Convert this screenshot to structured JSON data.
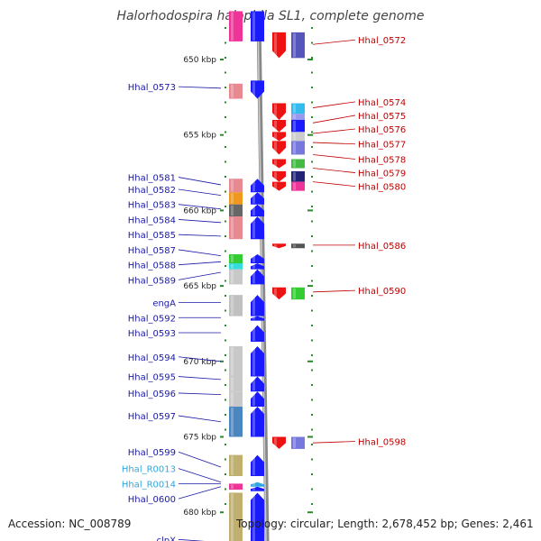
{
  "title": "Halorhodospira halophila SL1, complete genome",
  "footer": {
    "accession": "Accession: NC_008789",
    "topology": "Topology: circular; Length: 2,678,452 bp; Genes: 2,461"
  },
  "ticks": [
    {
      "label": "650 kbp",
      "kbp": 650
    },
    {
      "label": "655 kbp",
      "kbp": 655
    },
    {
      "label": "660 kbp",
      "kbp": 660
    },
    {
      "label": "665 kbp",
      "kbp": 665
    },
    {
      "label": "670 kbp",
      "kbp": 670
    },
    {
      "label": "675 kbp",
      "kbp": 675
    },
    {
      "label": "680 kbp",
      "kbp": 680
    }
  ],
  "left_labels": [
    {
      "text": "Hhal_0573",
      "kbp": 651.8,
      "color": "#1a1aa6",
      "target_kbp": 651.9
    },
    {
      "text": "Hhal_0581",
      "kbp": 657.8,
      "color": "#1a1aa6",
      "target_kbp": 658.3
    },
    {
      "text": "Hhal_0582",
      "kbp": 658.6,
      "color": "#1a1aa6",
      "target_kbp": 659.0
    },
    {
      "text": "Hhal_0583",
      "kbp": 659.6,
      "color": "#1a1aa6",
      "target_kbp": 659.9
    },
    {
      "text": "Hhal_0584",
      "kbp": 660.6,
      "color": "#1a1aa6",
      "target_kbp": 660.8
    },
    {
      "text": "Hhal_0585",
      "kbp": 661.6,
      "color": "#1a1aa6",
      "target_kbp": 661.7
    },
    {
      "text": "Hhal_0587",
      "kbp": 662.6,
      "color": "#1a1aa6",
      "target_kbp": 663.0
    },
    {
      "text": "Hhal_0588",
      "kbp": 663.6,
      "color": "#1a1aa6",
      "target_kbp": 663.4
    },
    {
      "text": "Hhal_0589",
      "kbp": 664.6,
      "color": "#1a1aa6",
      "target_kbp": 664.1
    },
    {
      "text": "engA",
      "kbp": 666.1,
      "color": "#1a1aa6",
      "target_kbp": 666.1
    },
    {
      "text": "Hhal_0592",
      "kbp": 667.1,
      "color": "#1a1aa6",
      "target_kbp": 667.1
    },
    {
      "text": "Hhal_0593",
      "kbp": 668.1,
      "color": "#1a1aa6",
      "target_kbp": 668.1
    },
    {
      "text": "Hhal_0594",
      "kbp": 669.7,
      "color": "#1a1aa6",
      "target_kbp": 670.0
    },
    {
      "text": "Hhal_0595",
      "kbp": 671.0,
      "color": "#1a1aa6",
      "target_kbp": 671.2
    },
    {
      "text": "Hhal_0596",
      "kbp": 672.1,
      "color": "#1a1aa6",
      "target_kbp": 672.2
    },
    {
      "text": "Hhal_0597",
      "kbp": 673.6,
      "color": "#1a1aa6",
      "target_kbp": 674.0
    },
    {
      "text": "Hhal_0599",
      "kbp": 676.0,
      "color": "#1a1aa6",
      "target_kbp": 677.0
    },
    {
      "text": "Hhal_R0013",
      "kbp": 677.1,
      "color": "#2fa8e0",
      "target_kbp": 678.0
    },
    {
      "text": "Hhal_R0014",
      "kbp": 678.1,
      "color": "#2fa8e0",
      "target_kbp": 678.1
    },
    {
      "text": "Hhal_0600",
      "kbp": 679.1,
      "color": "#1a1aa6",
      "target_kbp": 678.3
    },
    {
      "text": "clpX",
      "kbp": 681.8,
      "color": "#1a1aa6",
      "target_kbp": 682.0
    }
  ],
  "right_labels": [
    {
      "text": "Hhal_0572",
      "kbp": 648.7,
      "color": "#c00000",
      "target_kbp": 649.0
    },
    {
      "text": "Hhal_0574",
      "kbp": 652.8,
      "color": "#c00000",
      "target_kbp": 653.2
    },
    {
      "text": "Hhal_0575",
      "kbp": 653.7,
      "color": "#c00000",
      "target_kbp": 654.2
    },
    {
      "text": "Hhal_0576",
      "kbp": 654.6,
      "color": "#c00000",
      "target_kbp": 654.9
    },
    {
      "text": "Hhal_0577",
      "kbp": 655.6,
      "color": "#c00000",
      "target_kbp": 655.5
    },
    {
      "text": "Hhal_0578",
      "kbp": 656.6,
      "color": "#c00000",
      "target_kbp": 656.3
    },
    {
      "text": "Hhal_0579",
      "kbp": 657.5,
      "color": "#c00000",
      "target_kbp": 657.2
    },
    {
      "text": "Hhal_0580",
      "kbp": 658.4,
      "color": "#c00000",
      "target_kbp": 658.1
    },
    {
      "text": "Hhal_0586",
      "kbp": 662.3,
      "color": "#c00000",
      "target_kbp": 662.3
    },
    {
      "text": "Hhal_0590",
      "kbp": 665.3,
      "color": "#c00000",
      "target_kbp": 665.4
    },
    {
      "text": "Hhal_0598",
      "kbp": 675.3,
      "color": "#c00000",
      "target_kbp": 675.4
    }
  ],
  "genes": [
    {
      "lane": "L1",
      "start": 646.8,
      "end": 648.8,
      "color": "#ee3399",
      "arrow": false
    },
    {
      "lane": "L2",
      "start": 646.8,
      "end": 648.8,
      "color": "#1a1aff",
      "arrow": false
    },
    {
      "lane": "L1",
      "start": 651.6,
      "end": 652.6,
      "color": "#e88890",
      "arrow": false
    },
    {
      "lane": "L2",
      "start": 651.4,
      "end": 652.6,
      "color": "#1a1aff",
      "arrow": "down"
    },
    {
      "lane": "L1",
      "start": 657.9,
      "end": 658.8,
      "color": "#e88890",
      "arrow": false
    },
    {
      "lane": "L1",
      "start": 658.8,
      "end": 659.6,
      "color": "#f0981e",
      "arrow": false
    },
    {
      "lane": "L1",
      "start": 659.6,
      "end": 660.4,
      "color": "#666666",
      "arrow": false
    },
    {
      "lane": "L1",
      "start": 660.4,
      "end": 661.9,
      "color": "#e88890",
      "arrow": false
    },
    {
      "lane": "L2",
      "start": 657.9,
      "end": 658.8,
      "color": "#1a1aff",
      "arrow": "up"
    },
    {
      "lane": "L2",
      "start": 658.8,
      "end": 659.6,
      "color": "#1a1aff",
      "arrow": "up"
    },
    {
      "lane": "L2",
      "start": 659.6,
      "end": 660.4,
      "color": "#1a1aff",
      "arrow": "up"
    },
    {
      "lane": "L2",
      "start": 660.4,
      "end": 661.9,
      "color": "#1a1aff",
      "arrow": "up"
    },
    {
      "lane": "L1",
      "start": 662.9,
      "end": 663.5,
      "color": "#33cc33",
      "arrow": false
    },
    {
      "lane": "L1",
      "start": 663.5,
      "end": 663.9,
      "color": "#33dddd",
      "arrow": false
    },
    {
      "lane": "L1",
      "start": 663.9,
      "end": 664.9,
      "color": "#c8c8c8",
      "arrow": false
    },
    {
      "lane": "L2",
      "start": 662.9,
      "end": 663.5,
      "color": "#1a1aff",
      "arrow": "up"
    },
    {
      "lane": "L2",
      "start": 663.5,
      "end": 663.9,
      "color": "#1a1aff",
      "arrow": "up"
    },
    {
      "lane": "L2",
      "start": 663.9,
      "end": 664.9,
      "color": "#1a1aff",
      "arrow": "up"
    },
    {
      "lane": "L1",
      "start": 665.6,
      "end": 667.0,
      "color": "#c0c0c0",
      "arrow": false
    },
    {
      "lane": "L2",
      "start": 665.6,
      "end": 667.0,
      "color": "#1a1aff",
      "arrow": "up"
    },
    {
      "lane": "L2",
      "start": 667.0,
      "end": 667.3,
      "color": "#1a1aff",
      "arrow": "up"
    },
    {
      "lane": "L2",
      "start": 667.6,
      "end": 668.7,
      "color": "#1a1aff",
      "arrow": "up"
    },
    {
      "lane": "L1",
      "start": 669.0,
      "end": 671.0,
      "color": "#c8c8c8",
      "arrow": false
    },
    {
      "lane": "L1",
      "start": 671.0,
      "end": 672.0,
      "color": "#c8c8c8",
      "arrow": false
    },
    {
      "lane": "L1",
      "start": 672.0,
      "end": 673.0,
      "color": "#c8c8c8",
      "arrow": false
    },
    {
      "lane": "L1",
      "start": 673.0,
      "end": 675.0,
      "color": "#4a86c0",
      "arrow": false
    },
    {
      "lane": "L2",
      "start": 669.0,
      "end": 671.0,
      "color": "#1a1aff",
      "arrow": "up"
    },
    {
      "lane": "L2",
      "start": 671.0,
      "end": 672.0,
      "color": "#1a1aff",
      "arrow": "up"
    },
    {
      "lane": "L2",
      "start": 672.0,
      "end": 673.0,
      "color": "#1a1aff",
      "arrow": "up"
    },
    {
      "lane": "L2",
      "start": 673.0,
      "end": 675.0,
      "color": "#1a1aff",
      "arrow": "up"
    },
    {
      "lane": "L1",
      "start": 676.2,
      "end": 677.6,
      "color": "#c0b070",
      "arrow": false
    },
    {
      "lane": "L2",
      "start": 676.2,
      "end": 677.6,
      "color": "#1a1aff",
      "arrow": "up"
    },
    {
      "lane": "L1",
      "start": 678.1,
      "end": 678.5,
      "color": "#ee3399",
      "arrow": false
    },
    {
      "lane": "L2",
      "start": 678.0,
      "end": 678.3,
      "color": "#2fa8e0",
      "arrow": "up"
    },
    {
      "lane": "L2",
      "start": 678.3,
      "end": 678.6,
      "color": "#1a1aff",
      "arrow": "up"
    },
    {
      "lane": "L1",
      "start": 678.7,
      "end": 683.5,
      "color": "#c0b070",
      "arrow": false
    },
    {
      "lane": "L2",
      "start": 678.7,
      "end": 683.5,
      "color": "#1a1aff",
      "arrow": "up"
    },
    {
      "lane": "R1",
      "start": 648.2,
      "end": 649.9,
      "color": "#ee1111",
      "arrow": "down"
    },
    {
      "lane": "R2",
      "start": 648.2,
      "end": 649.9,
      "color": "#5555bb",
      "arrow": false
    },
    {
      "lane": "R1",
      "start": 652.9,
      "end": 654.0,
      "color": "#ee1111",
      "arrow": "down"
    },
    {
      "lane": "R2",
      "start": 652.9,
      "end": 653.6,
      "color": "#33bbee",
      "arrow": false
    },
    {
      "lane": "R2",
      "start": 653.6,
      "end": 654.0,
      "color": "#9999ee",
      "arrow": false
    },
    {
      "lane": "R1",
      "start": 654.0,
      "end": 654.8,
      "color": "#ee1111",
      "arrow": "down"
    },
    {
      "lane": "R2",
      "start": 654.0,
      "end": 654.8,
      "color": "#1a1aff",
      "arrow": false
    },
    {
      "lane": "R1",
      "start": 654.8,
      "end": 655.4,
      "color": "#ee1111",
      "arrow": "down"
    },
    {
      "lane": "R2",
      "start": 654.8,
      "end": 655.4,
      "color": "#cccccc",
      "arrow": false
    },
    {
      "lane": "R1",
      "start": 655.4,
      "end": 656.3,
      "color": "#ee1111",
      "arrow": "down"
    },
    {
      "lane": "R2",
      "start": 655.4,
      "end": 656.3,
      "color": "#7777dd",
      "arrow": false
    },
    {
      "lane": "R1",
      "start": 656.6,
      "end": 657.2,
      "color": "#ee1111",
      "arrow": "down"
    },
    {
      "lane": "R2",
      "start": 656.6,
      "end": 657.2,
      "color": "#44bb44",
      "arrow": false
    },
    {
      "lane": "R1",
      "start": 657.4,
      "end": 658.1,
      "color": "#ee1111",
      "arrow": "down"
    },
    {
      "lane": "R2",
      "start": 657.4,
      "end": 658.1,
      "color": "#222277",
      "arrow": false
    },
    {
      "lane": "R1",
      "start": 658.1,
      "end": 658.7,
      "color": "#ee1111",
      "arrow": "down"
    },
    {
      "lane": "R2",
      "start": 658.1,
      "end": 658.7,
      "color": "#ee3399",
      "arrow": false
    },
    {
      "lane": "R1",
      "start": 662.2,
      "end": 662.5,
      "color": "#ee1111",
      "arrow": "down"
    },
    {
      "lane": "R2",
      "start": 662.2,
      "end": 662.5,
      "color": "#555555",
      "arrow": false
    },
    {
      "lane": "R1",
      "start": 665.1,
      "end": 665.9,
      "color": "#ee1111",
      "arrow": "down"
    },
    {
      "lane": "R2",
      "start": 665.1,
      "end": 665.9,
      "color": "#33cc33",
      "arrow": false
    },
    {
      "lane": "R1",
      "start": 675.0,
      "end": 675.8,
      "color": "#ee1111",
      "arrow": "down"
    },
    {
      "lane": "R2",
      "start": 675.0,
      "end": 675.8,
      "color": "#7777dd",
      "arrow": false
    }
  ]
}
